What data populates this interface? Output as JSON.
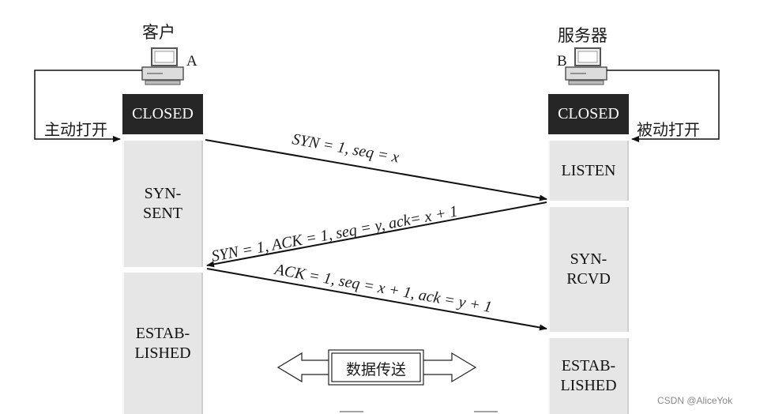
{
  "client": {
    "title": "客户",
    "host_label": "A",
    "open_label": "主动打开",
    "closed_state": "CLOSED",
    "states": [
      {
        "key": "syn_sent",
        "lines": [
          "SYN-",
          "SENT"
        ]
      },
      {
        "key": "established",
        "lines": [
          "ESTAB-",
          "LISHED"
        ]
      }
    ]
  },
  "server": {
    "title": "服务器",
    "host_label": "B",
    "open_label": "被动打开",
    "closed_state": "CLOSED",
    "states": [
      {
        "key": "listen",
        "lines": [
          "LISTEN"
        ]
      },
      {
        "key": "syn_rcvd",
        "lines": [
          "SYN-",
          "RCVD"
        ]
      },
      {
        "key": "established",
        "lines": [
          "ESTAB-",
          "LISHED"
        ]
      }
    ]
  },
  "messages": [
    "SYN = 1, seq = x",
    "SYN = 1, ACK = 1, seq = y, ack= x + 1",
    "ACK = 1, seq = x + 1, ack = y + 1"
  ],
  "data_transfer_label": "数据传送",
  "watermark": "CSDN @AliceYok"
}
